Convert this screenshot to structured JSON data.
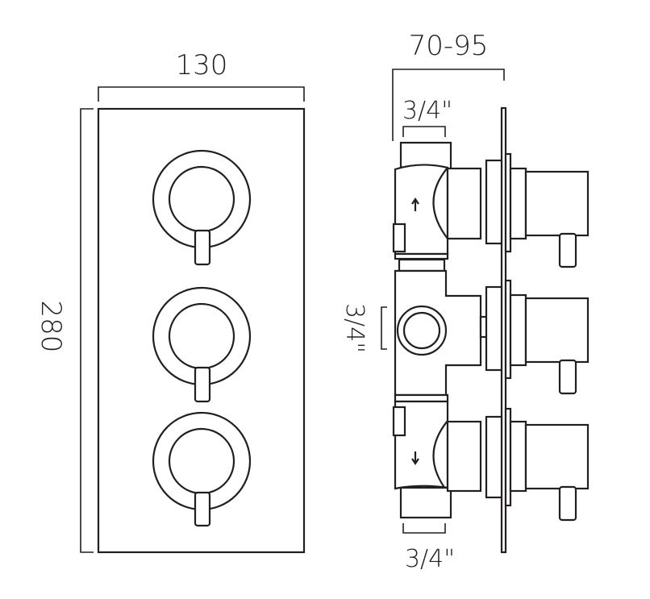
{
  "front_view": {
    "width_label": "130",
    "height_label": "280",
    "knob_count": 3
  },
  "side_view": {
    "depth_label": "70-95",
    "top_outlet_label": "3/4\"",
    "side_outlet_label": "3/4\"",
    "bottom_inlet_label": "3/4\""
  },
  "colors": {
    "line": "#231f20",
    "background": "#ffffff"
  }
}
